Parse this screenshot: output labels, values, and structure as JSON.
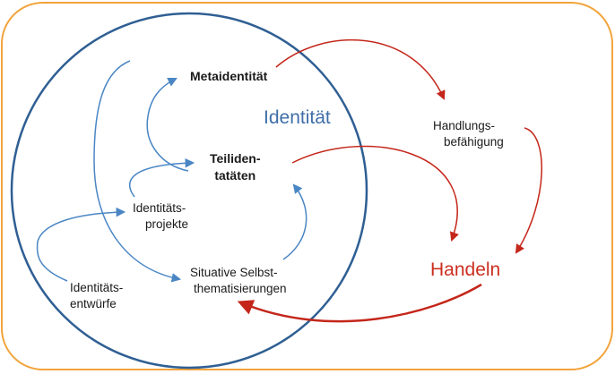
{
  "nodes": {
    "identitaet": "Identität",
    "metaidentitaet": "Metaidentität",
    "teilidentitaeten": [
      "Teiliden-",
      "tatäten"
    ],
    "identitaetsprojekte": [
      "Identitäts-",
      "projekte"
    ],
    "identitaetsentwuerfe": [
      "Identitäts-",
      "entwürfe"
    ],
    "situative": [
      "Situative Selbst-",
      "thematisierungen"
    ],
    "handlungsbefaehigung": [
      "Handlungs-",
      "befähigung"
    ],
    "handeln": "Handeln"
  },
  "colors": {
    "frame": "#f2a33a",
    "circle": "#2f5f93",
    "blue_arrow": "#4a86c4",
    "red_arrow": "#c4261a"
  }
}
